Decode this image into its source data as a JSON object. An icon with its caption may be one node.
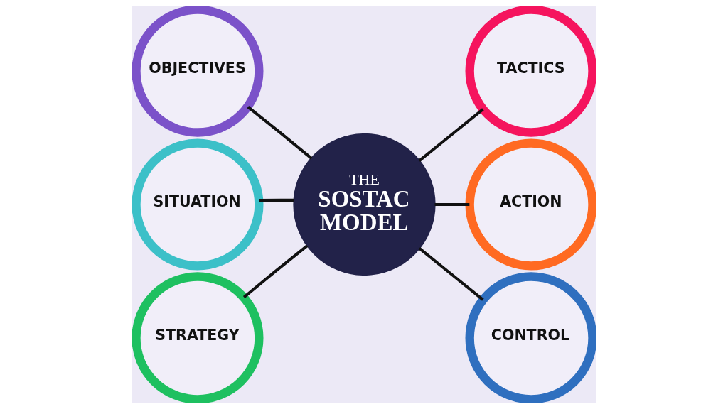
{
  "diagram": {
    "nodes": [
      {
        "text": [
          "OBJECTIVES"
        ]
      },
      {
        "text": [
          "TACTICS"
        ]
      },
      {
        "text": [
          "SITUATION"
        ]
      },
      {
        "text": [
          "THE",
          "SOSTAC MODEL"
        ]
      },
      {
        "text": [
          "ACTION"
        ]
      },
      {
        "text": [
          "STRATEGY"
        ]
      },
      {
        "text": [
          "CONTROL"
        ]
      }
    ],
    "edges": [
      {
        "from": 3,
        "to": 0,
        "arrow": "none"
      },
      {
        "from": 3,
        "to": 1,
        "arrow": "none"
      },
      {
        "from": 3,
        "to": 2,
        "arrow": "none"
      },
      {
        "from": 3,
        "to": 4,
        "arrow": "none"
      },
      {
        "from": 3,
        "to": 5,
        "arrow": "none"
      },
      {
        "from": 3,
        "to": 6,
        "arrow": "none"
      }
    ]
  }
}
